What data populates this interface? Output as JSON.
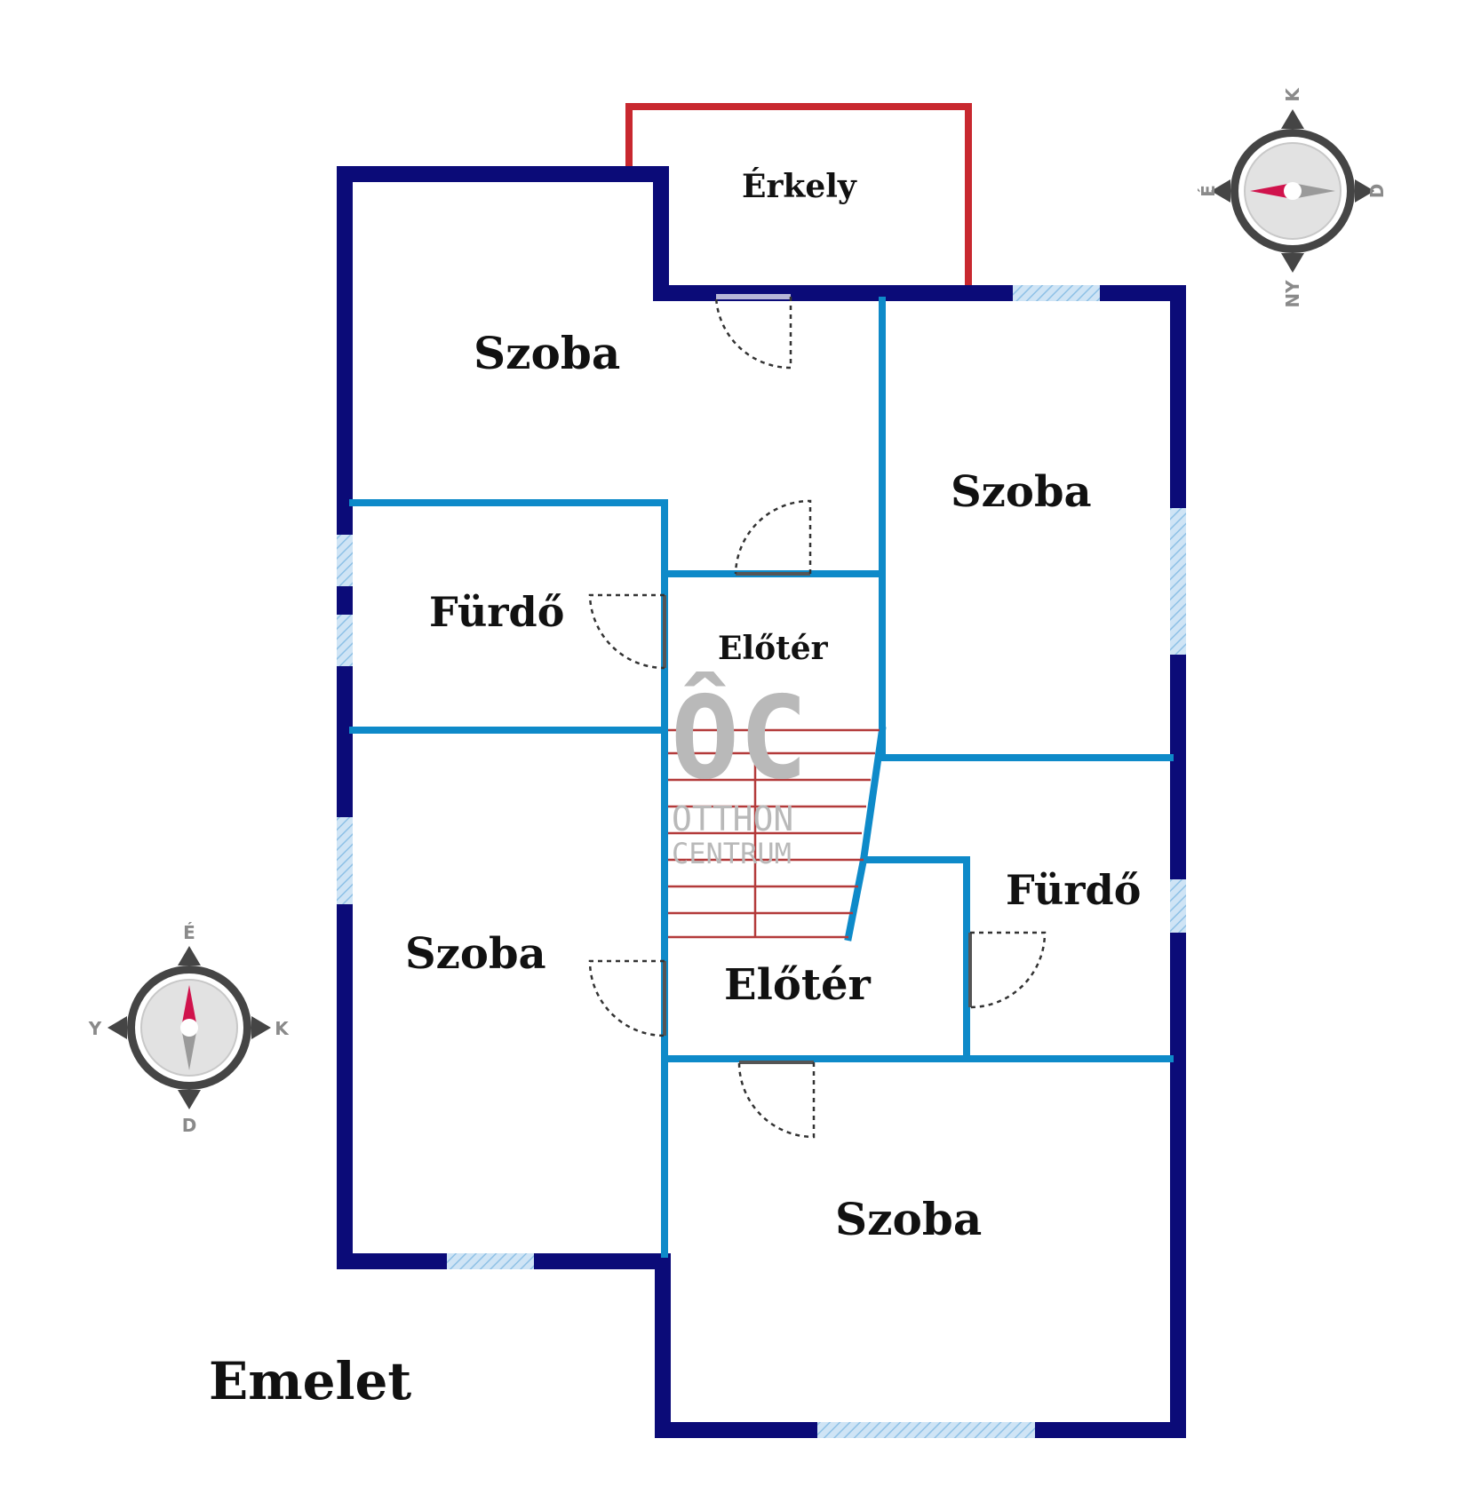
{
  "floor_title": "Emelet",
  "rooms": {
    "balcony": "Érkely",
    "room_top_left": "Szoba",
    "room_top_right": "Szoba",
    "bath_left": "Fürdő",
    "hall_top": "Előtér",
    "room_mid_left": "Szoba",
    "bath_right": "Fürdő",
    "hall_bottom": "Előtér",
    "room_bottom_right": "Szoba"
  },
  "compass_right": {
    "top": "K",
    "right": "D",
    "bottom": "NY",
    "left": "É"
  },
  "compass_left": {
    "top": "É",
    "right": "K",
    "bottom": "D",
    "left": "Y"
  },
  "watermark": {
    "logo": "ÔC",
    "line1": "OTTHON",
    "line2": "CENTRUM"
  },
  "colors": {
    "outer_wall": "#0b0b78",
    "inner_wall": "#0e8ac9",
    "balcony_wall": "#c8282f",
    "stairs": "#b33a3a",
    "window": "#8ec1e6",
    "compass_dark": "#454545",
    "compass_needle": "#d0134c",
    "compass_gray": "#9a9a9a"
  }
}
